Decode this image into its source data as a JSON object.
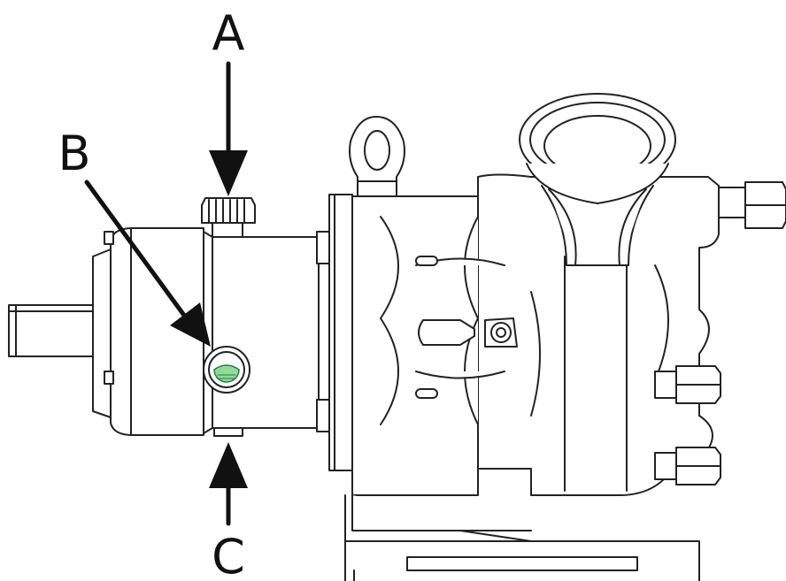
{
  "callouts": [
    {
      "id": "A",
      "label": "A"
    },
    {
      "id": "B",
      "label": "B"
    },
    {
      "id": "C",
      "label": "C"
    }
  ],
  "colors": {
    "line": "#222222",
    "fill": "#ffffff",
    "sight_glass": "#8fdc9a"
  }
}
